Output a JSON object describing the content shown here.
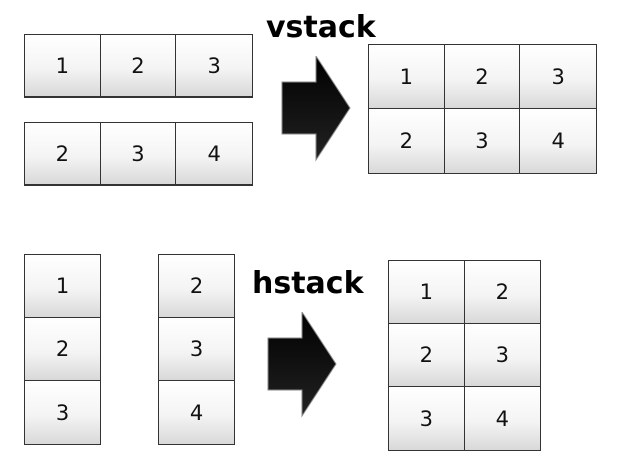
{
  "vstack": {
    "label": "vstack",
    "input_a": [
      "1",
      "2",
      "3"
    ],
    "input_b": [
      "2",
      "3",
      "4"
    ],
    "result": [
      [
        "1",
        "2",
        "3"
      ],
      [
        "2",
        "3",
        "4"
      ]
    ]
  },
  "hstack": {
    "label": "hstack",
    "input_a": [
      "1",
      "2",
      "3"
    ],
    "input_b": [
      "2",
      "3",
      "4"
    ],
    "result": [
      [
        "1",
        "2"
      ],
      [
        "2",
        "3"
      ],
      [
        "3",
        "4"
      ]
    ]
  },
  "colors": {
    "border": "#333333",
    "arrow": "#000000"
  },
  "icons": [
    "right-arrow-icon",
    "right-arrow-icon"
  ]
}
